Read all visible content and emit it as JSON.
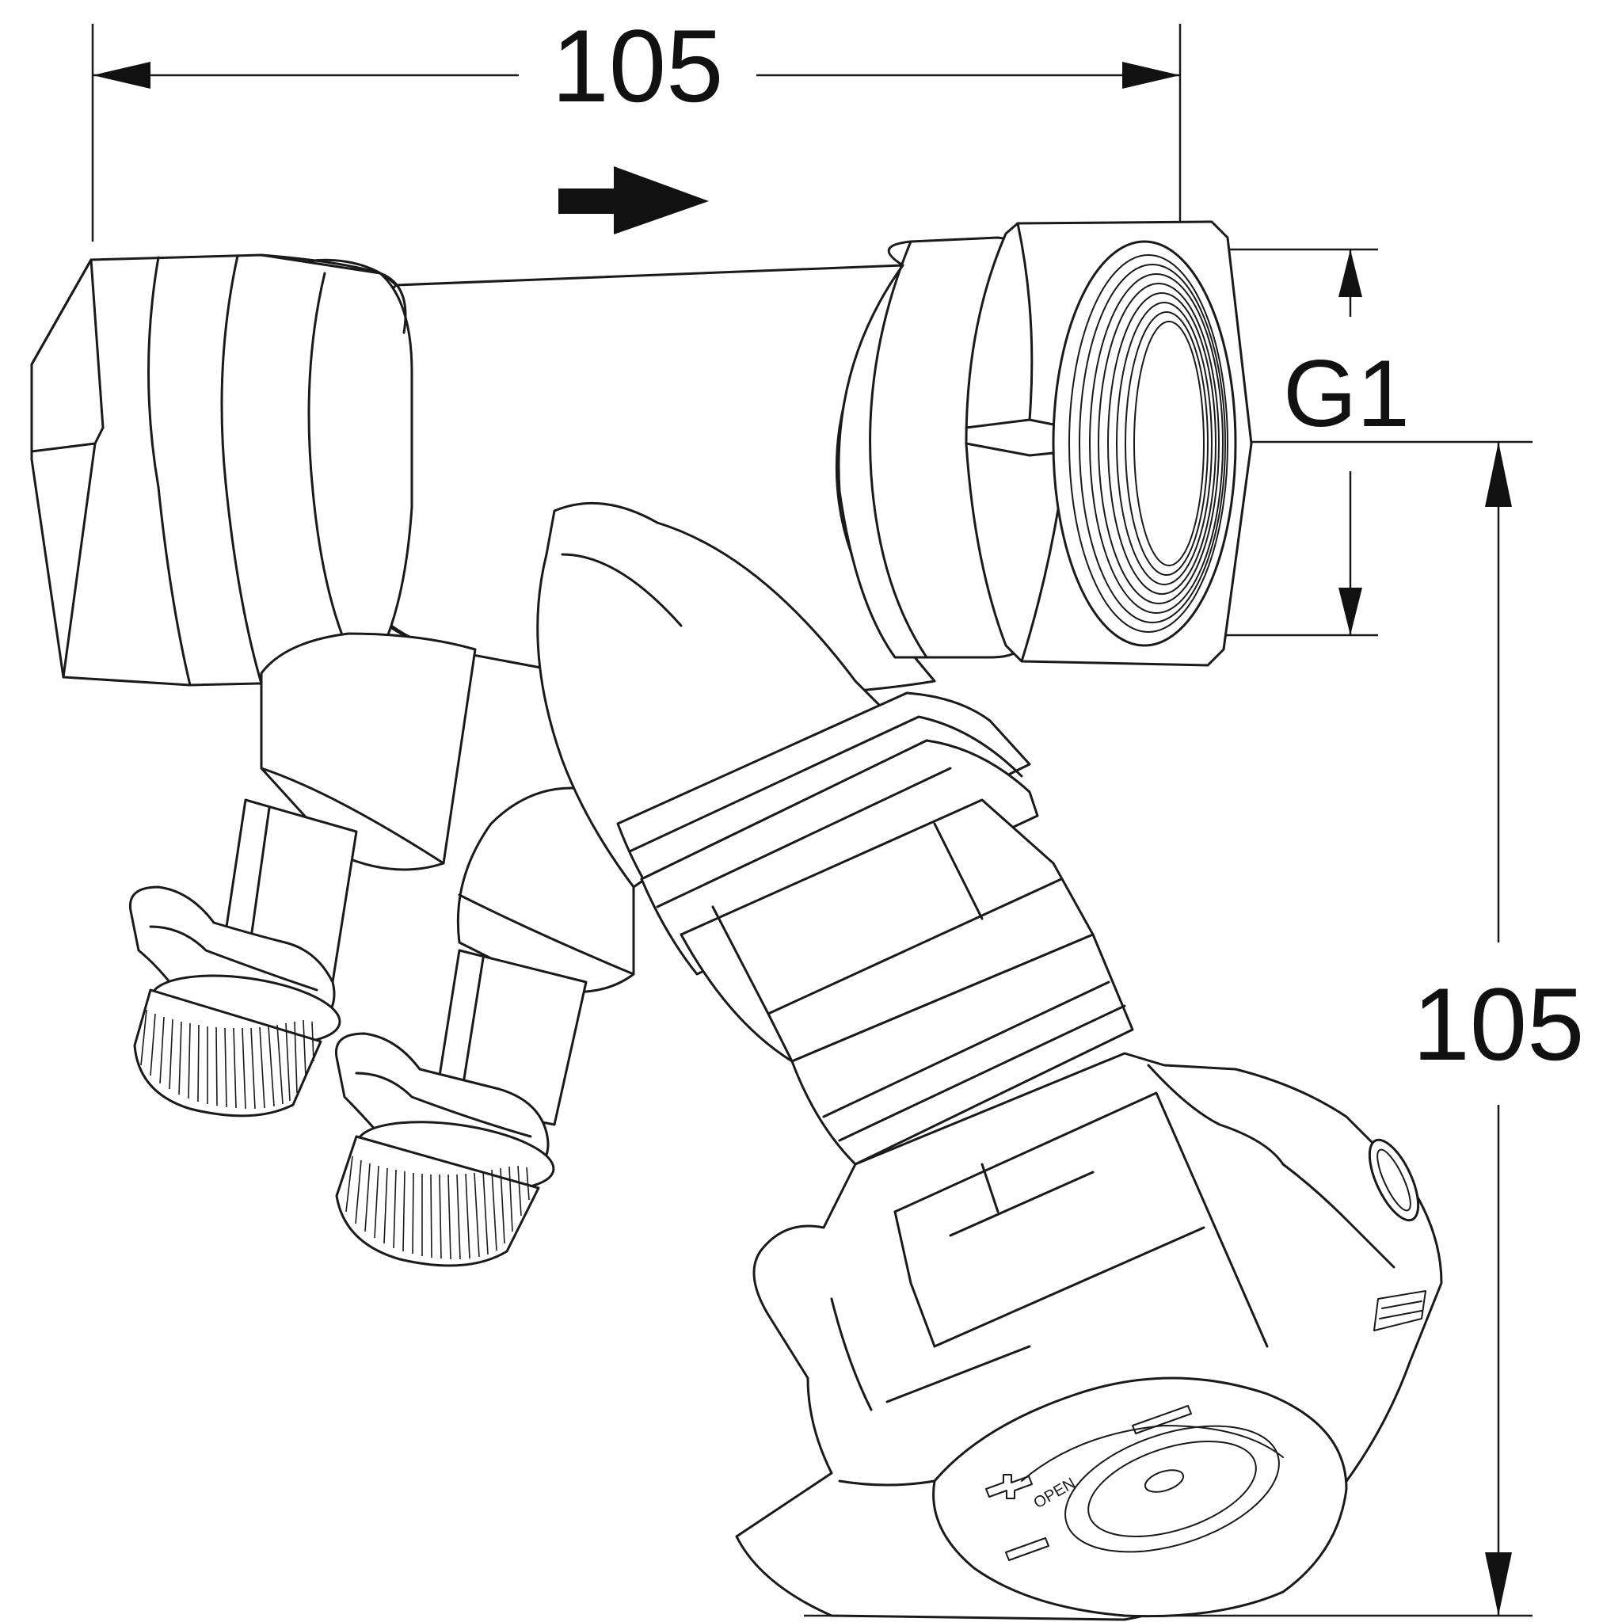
{
  "dimensions": {
    "width_label": "105",
    "height_label": "105",
    "thread_label": "G1"
  },
  "handwheel": {
    "marking": "OPEN"
  },
  "colors": {
    "line": "#1a1a1a",
    "background": "#ffffff"
  }
}
